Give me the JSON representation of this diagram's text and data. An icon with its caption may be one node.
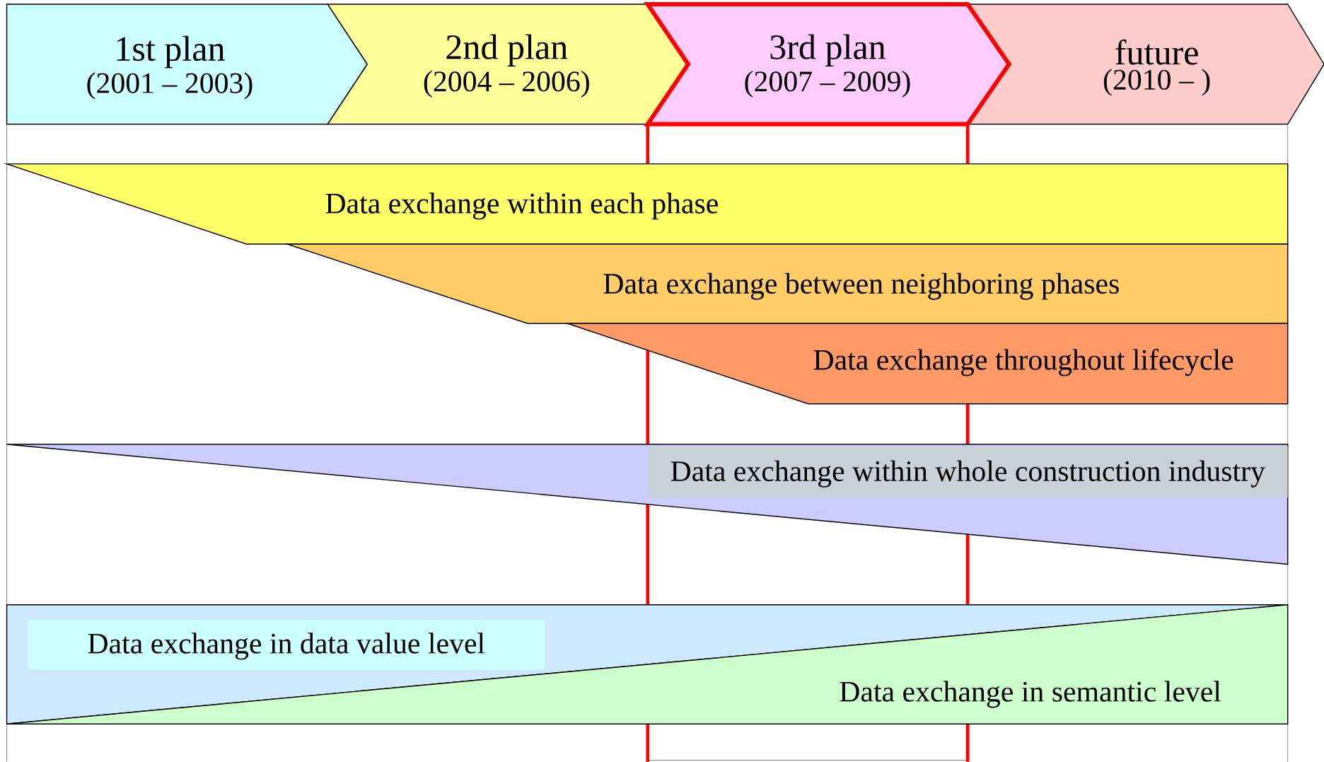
{
  "diagram": {
    "nodes": [
      {
        "text": [
          "1st plan",
          "(2001 – 2003)"
        ]
      },
      {
        "text": [
          "2nd plan",
          "(2004 – 2006)"
        ]
      },
      {
        "text": [
          "3rd plan",
          "(2007 – 2009)"
        ]
      },
      {
        "text": [
          "future",
          "(2010 – )"
        ]
      },
      {
        "text": [
          "Data exchange within each phase"
        ]
      },
      {
        "text": [
          "Data exchange between neighboring phases"
        ]
      },
      {
        "text": [
          "Data exchange throughout lifecycle"
        ]
      },
      {
        "text": [
          "Data exchange within whole construction industry"
        ]
      },
      {
        "text": [
          "Data exchange in data value level"
        ]
      },
      {
        "text": [
          "Data exchange in semantic level"
        ]
      }
    ]
  }
}
